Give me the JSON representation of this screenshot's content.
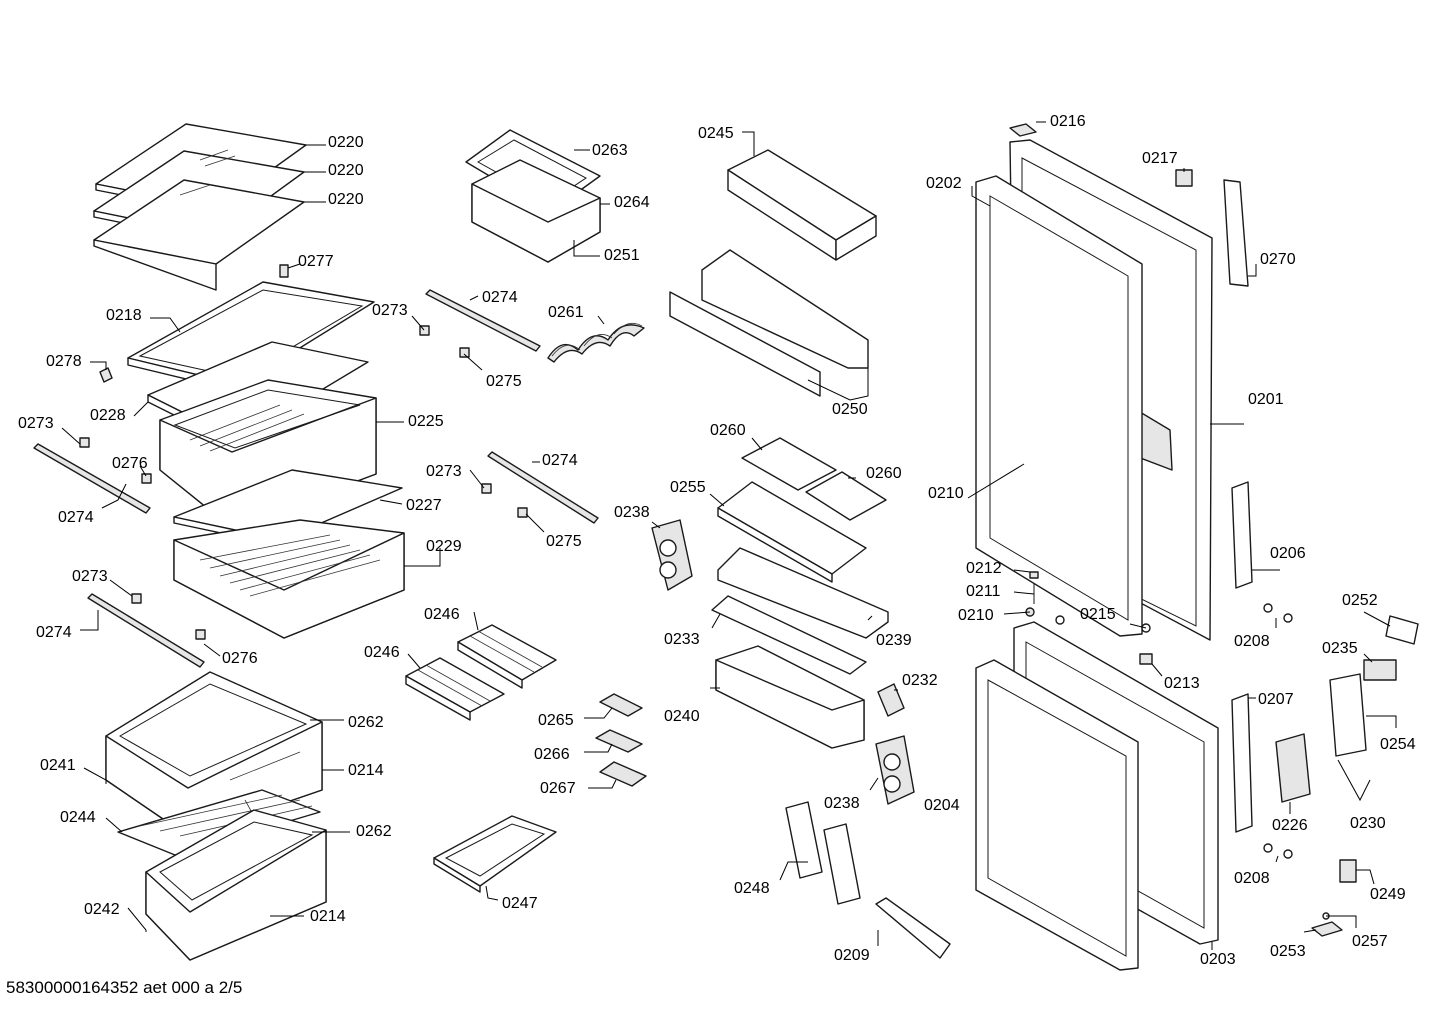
{
  "document": {
    "reference": "58300000164352 aet 000 a 2/5"
  },
  "labels": {
    "l0220a": "0220",
    "l0220b": "0220",
    "l0220c": "0220",
    "l0277": "0277",
    "l0218": "0218",
    "l0278": "0278",
    "l0228": "0228",
    "l0225": "0225",
    "l0273a": "0273",
    "l0276a": "0276",
    "l0274a": "0274",
    "l0227": "0227",
    "l0229": "0229",
    "l0273b": "0273",
    "l0274b": "0274",
    "l0276b": "0276",
    "l0262a": "0262",
    "l0241": "0241",
    "l0214a": "0214",
    "l0244": "0244",
    "l0262b": "0262",
    "l0242": "0242",
    "l0214b": "0214",
    "l0263": "0263",
    "l0264": "0264",
    "l0251": "0251",
    "l0273c": "0273",
    "l0274c": "0274",
    "l0261": "0261",
    "l0275a": "0275",
    "l0273d": "0273",
    "l0274d": "0274",
    "l0275b": "0275",
    "l0246a": "0246",
    "l0246b": "0246",
    "l0265": "0265",
    "l0266": "0266",
    "l0267": "0267",
    "l0247": "0247",
    "l0245": "0245",
    "l0250": "0250",
    "l0260a": "0260",
    "l0260b": "0260",
    "l0255": "0255",
    "l0238a": "0238",
    "l0233": "0233",
    "l0239": "0239",
    "l0240": "0240",
    "l0232": "0232",
    "l0238b": "0238",
    "l0248": "0248",
    "l0209": "0209",
    "l0216": "0216",
    "l0202": "0202",
    "l0217": "0217",
    "l0270": "0270",
    "l0201": "0201",
    "l0210a": "0210",
    "l0206": "0206",
    "l0212": "0212",
    "l0211": "0211",
    "l0210b": "0210",
    "l0215": "0215",
    "l0208a": "0208",
    "l0252": "0252",
    "l0213": "0213",
    "l0235": "0235",
    "l0207": "0207",
    "l0254": "0254",
    "l0226": "0226",
    "l0230": "0230",
    "l0204": "0204",
    "l0208b": "0208",
    "l0249": "0249",
    "l0203": "0203",
    "l0253": "0253",
    "l0257": "0257"
  }
}
